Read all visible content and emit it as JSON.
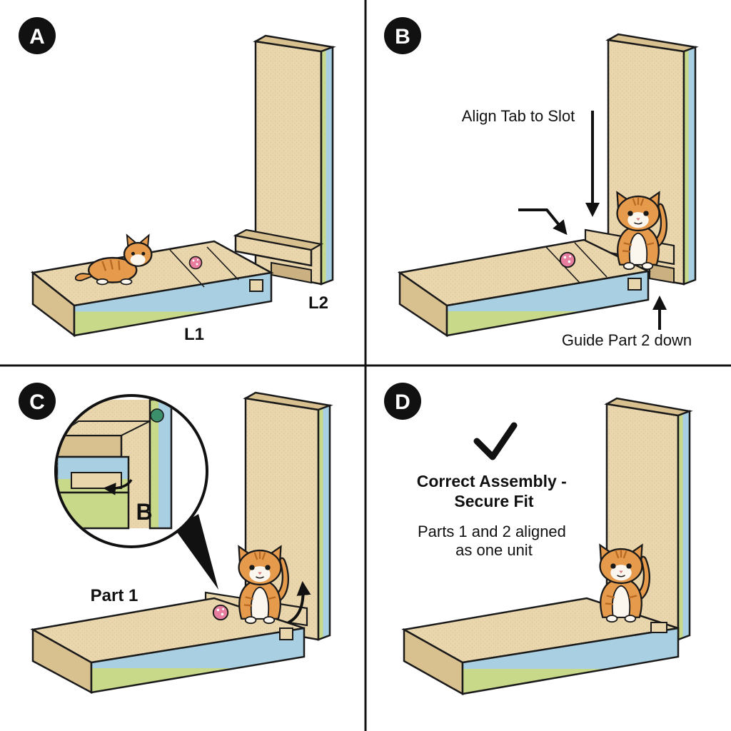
{
  "colors": {
    "cardboard": "#e9d6ad",
    "cardboard_shade": "#d9c08f",
    "cardboard_edge": "#cbb081",
    "sky_band": "#a9cfe3",
    "grass_band": "#c9d98a",
    "outline": "#1a1a1a",
    "cat_orange": "#e59a4c",
    "cat_white": "#fbf6ee",
    "badge": "#111111"
  },
  "icons": [
    "check-mark-icon",
    "arrow-icon",
    "curved-arrow-icon",
    "magnifier-callout-icon",
    "cat-illustration",
    "toy-ball-icon"
  ],
  "panels": [
    {
      "step": "A",
      "labels": {
        "part_one": "L1",
        "part_two": "L2"
      }
    },
    {
      "step": "B",
      "labels": {
        "align": "Align Tab to Slot",
        "guide": "Guide Part 2 down"
      }
    },
    {
      "step": "C",
      "labels": {
        "callout": "B",
        "part": "Part 1"
      }
    },
    {
      "step": "D",
      "labels": {
        "title": "Correct Assembly - Secure Fit",
        "subtitle": "Parts 1 and 2 aligned as one unit"
      }
    }
  ]
}
